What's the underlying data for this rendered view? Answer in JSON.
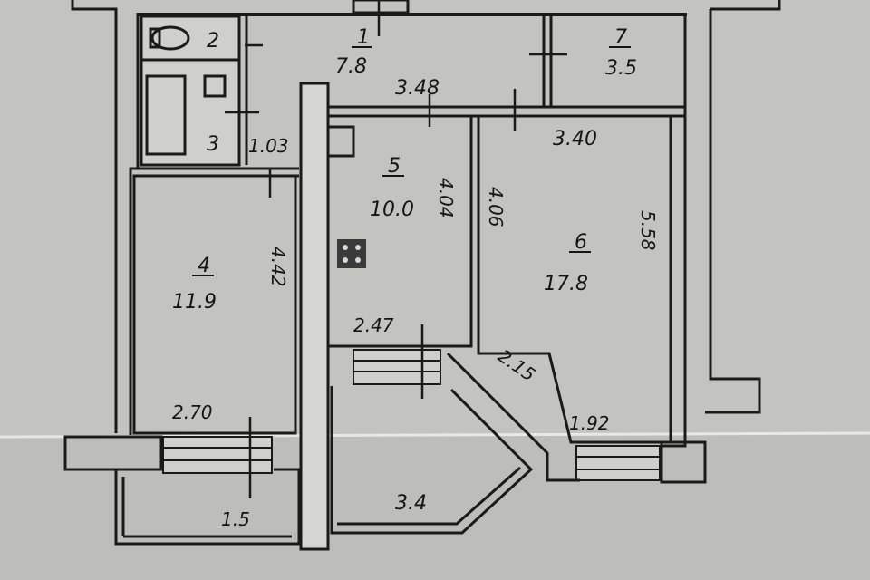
{
  "rooms": [
    {
      "id": "1",
      "number": "1",
      "area": "7.8"
    },
    {
      "id": "2",
      "number": "2",
      "area": ""
    },
    {
      "id": "3",
      "number": "3",
      "area": ""
    },
    {
      "id": "4",
      "number": "4",
      "area": "11.9"
    },
    {
      "id": "5",
      "number": "5",
      "area": "10.0"
    },
    {
      "id": "6",
      "number": "6",
      "area": "17.8"
    },
    {
      "id": "7",
      "number": "7",
      "area": "3.5"
    }
  ],
  "dimensions": {
    "corridor_length": "3.48",
    "room6_width": "3.40",
    "hall_width": "1.03",
    "room5_depth": "4.04",
    "room5_width": "2.47",
    "room6_depth_left": "4.06",
    "room6_depth_right": "5.58",
    "room6_bevel": "2.15",
    "room6_bottom": "1.92",
    "room4_depth": "4.42",
    "room4_width": "2.70",
    "balcony_left": "1.5",
    "balcony_right": "3.4"
  }
}
